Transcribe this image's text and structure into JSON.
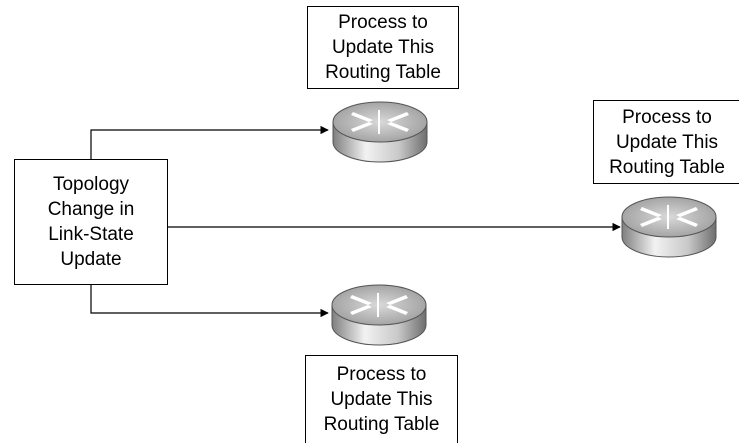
{
  "source_box": {
    "lines": [
      "Topology",
      "Change in",
      "Link-State",
      "Update"
    ]
  },
  "routers": [
    {
      "id": "top",
      "label_lines": [
        "Process to",
        "Update This",
        "Routing Table"
      ]
    },
    {
      "id": "right",
      "label_lines": [
        "Process to",
        "Update This",
        "Routing Table"
      ]
    },
    {
      "id": "bottom",
      "label_lines": [
        "Process to",
        "Update This",
        "Routing Table"
      ]
    }
  ],
  "colors": {
    "line": "#000000",
    "router_top": "#f4f4f4",
    "router_side_dark": "#8c8c8c",
    "router_side_light": "#e8e8e8",
    "router_arrows": "#ffffff"
  },
  "icons": {
    "router": "router-icon",
    "arrow": "arrowhead"
  }
}
